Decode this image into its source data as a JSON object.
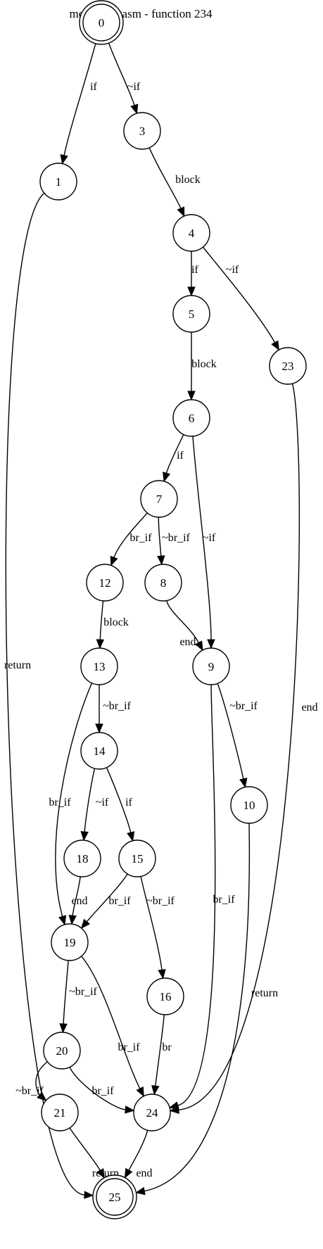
{
  "title": "mozjpeg.wasm - function 234",
  "nodes": [
    {
      "id": "0",
      "label": "0",
      "final": true
    },
    {
      "id": "1",
      "label": "1"
    },
    {
      "id": "3",
      "label": "3"
    },
    {
      "id": "4",
      "label": "4"
    },
    {
      "id": "5",
      "label": "5"
    },
    {
      "id": "23",
      "label": "23"
    },
    {
      "id": "6",
      "label": "6"
    },
    {
      "id": "7",
      "label": "7"
    },
    {
      "id": "12",
      "label": "12"
    },
    {
      "id": "8",
      "label": "8"
    },
    {
      "id": "13",
      "label": "13"
    },
    {
      "id": "9",
      "label": "9"
    },
    {
      "id": "14",
      "label": "14"
    },
    {
      "id": "10",
      "label": "10"
    },
    {
      "id": "18",
      "label": "18"
    },
    {
      "id": "15",
      "label": "15"
    },
    {
      "id": "19",
      "label": "19"
    },
    {
      "id": "16",
      "label": "16"
    },
    {
      "id": "20",
      "label": "20"
    },
    {
      "id": "21",
      "label": "21"
    },
    {
      "id": "24",
      "label": "24"
    },
    {
      "id": "25",
      "label": "25",
      "final": true
    }
  ],
  "edges": [
    {
      "id": "e0-1",
      "from": "0",
      "to": "1",
      "label": "if"
    },
    {
      "id": "e0-3",
      "from": "0",
      "to": "3",
      "label": "~if"
    },
    {
      "id": "e1-25",
      "from": "1",
      "to": "25",
      "label": "return"
    },
    {
      "id": "e3-4",
      "from": "3",
      "to": "4",
      "label": "block"
    },
    {
      "id": "e4-5",
      "from": "4",
      "to": "5",
      "label": "if"
    },
    {
      "id": "e4-23",
      "from": "4",
      "to": "23",
      "label": "~if"
    },
    {
      "id": "e5-6",
      "from": "5",
      "to": "6",
      "label": "block"
    },
    {
      "id": "e23-24",
      "from": "23",
      "to": "24",
      "label": "end"
    },
    {
      "id": "e6-7",
      "from": "6",
      "to": "7",
      "label": "if"
    },
    {
      "id": "e6-9",
      "from": "6",
      "to": "9",
      "label": "~if"
    },
    {
      "id": "e7-12",
      "from": "7",
      "to": "12",
      "label": "br_if"
    },
    {
      "id": "e7-8",
      "from": "7",
      "to": "8",
      "label": "~br_if"
    },
    {
      "id": "e12-13",
      "from": "12",
      "to": "13",
      "label": "block"
    },
    {
      "id": "e8-9",
      "from": "8",
      "to": "9",
      "label": "end"
    },
    {
      "id": "e13-14",
      "from": "13",
      "to": "14",
      "label": "~br_if"
    },
    {
      "id": "e13-19",
      "from": "13",
      "to": "19",
      "label": "br_if"
    },
    {
      "id": "e9-10",
      "from": "9",
      "to": "10",
      "label": "~br_if"
    },
    {
      "id": "e9-24",
      "from": "9",
      "to": "24",
      "label": "br_if"
    },
    {
      "id": "e14-18",
      "from": "14",
      "to": "18",
      "label": "~if"
    },
    {
      "id": "e14-15",
      "from": "14",
      "to": "15",
      "label": "if"
    },
    {
      "id": "e10-25",
      "from": "10",
      "to": "25",
      "label": "return"
    },
    {
      "id": "e18-19",
      "from": "18",
      "to": "19",
      "label": "end"
    },
    {
      "id": "e15-19",
      "from": "15",
      "to": "19",
      "label": "br_if"
    },
    {
      "id": "e15-16",
      "from": "15",
      "to": "16",
      "label": "~br_if"
    },
    {
      "id": "e19-20",
      "from": "19",
      "to": "20",
      "label": "~br_if"
    },
    {
      "id": "e19-24",
      "from": "19",
      "to": "24",
      "label": "br_if"
    },
    {
      "id": "e16-24",
      "from": "16",
      "to": "24",
      "label": "br"
    },
    {
      "id": "e20-21",
      "from": "20",
      "to": "21",
      "label": "~br_if"
    },
    {
      "id": "e20-24",
      "from": "20",
      "to": "24",
      "label": "br_if"
    },
    {
      "id": "e21-25",
      "from": "21",
      "to": "25",
      "label": "return"
    },
    {
      "id": "e24-25",
      "from": "24",
      "to": "25",
      "label": "end"
    }
  ]
}
